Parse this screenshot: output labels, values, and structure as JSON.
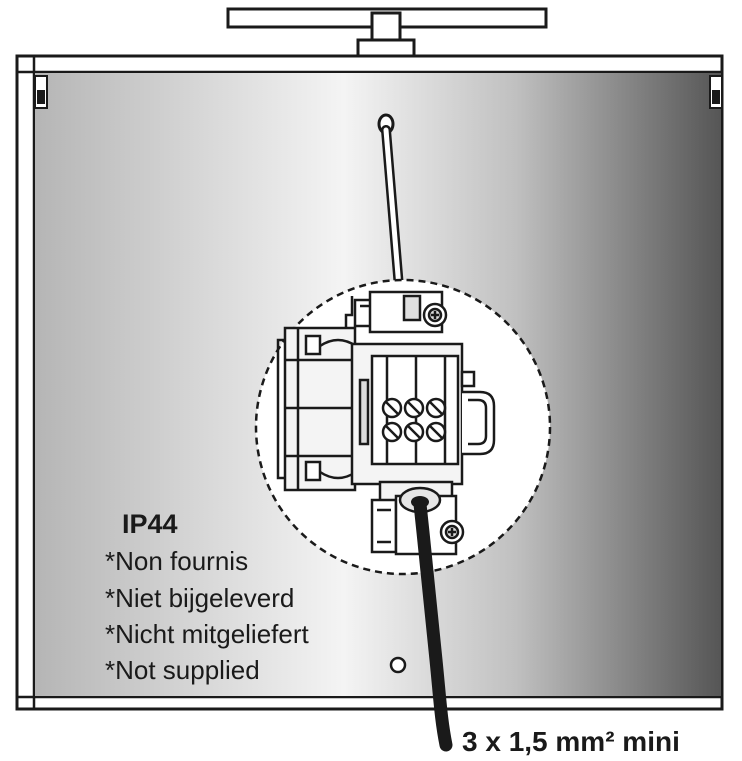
{
  "rating": "IP44",
  "notes": [
    "*Non fournis",
    "*Niet bijgeleverd",
    "*Nicht mitgeliefert",
    "*Not supplied"
  ],
  "cable_label": "3 x 1,5 mm² mini",
  "colors": {
    "outline": "#1a1a1a",
    "panel_light": "#f2f2f2",
    "panel_mid": "#a8a8a8",
    "panel_dark": "#4a4a4a",
    "block_light": "#ffffff",
    "block_shade": "#dcdcdc",
    "cable": "#1a1a1a"
  }
}
